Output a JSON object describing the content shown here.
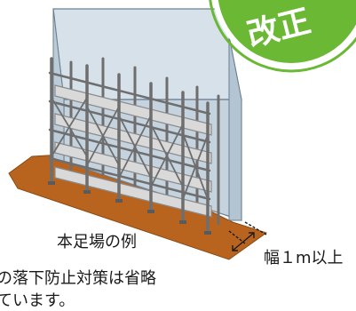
{
  "badge": {
    "text": "改正",
    "color": "#6ab833"
  },
  "caption": "本足場の例",
  "dimension_label": "幅１m以上",
  "note_line1": "の落下防止対策は省略",
  "note_line2": "ています。",
  "colors": {
    "ground": "#b8641e",
    "wall": "#c5d3df",
    "scaffold": "#7a7a7a",
    "deck": "#dcdcdc"
  }
}
